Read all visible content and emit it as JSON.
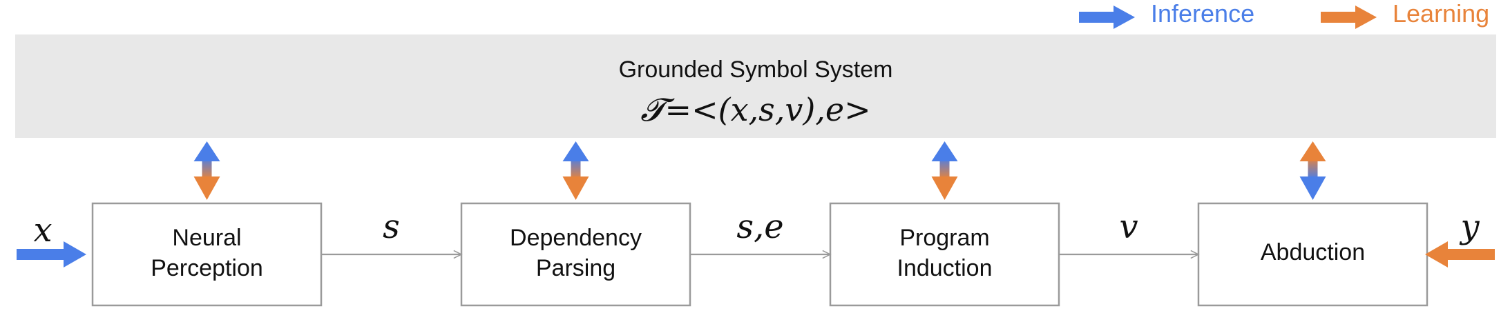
{
  "legend": {
    "inference": {
      "label": "Inference",
      "color": "#4a7ee8"
    },
    "learning": {
      "label": "Learning",
      "color": "#e8833a"
    }
  },
  "banner": {
    "title": "Grounded Symbol System",
    "formula": "𝓣=<(x,s,v),e>",
    "color": "#e8e8e8"
  },
  "boxes": [
    {
      "id": "neural-perception",
      "lines": [
        "Neural",
        "Perception"
      ]
    },
    {
      "id": "dependency-parsing",
      "lines": [
        "Dependency",
        "Parsing"
      ]
    },
    {
      "id": "program-induction",
      "lines": [
        "Program",
        "Induction"
      ]
    },
    {
      "id": "abduction",
      "lines": [
        "Abduction"
      ]
    }
  ],
  "edges": [
    "s",
    "s,e",
    "v"
  ],
  "input": {
    "label": "x",
    "kind": "inference"
  },
  "target": {
    "label": "y",
    "kind": "learning"
  },
  "connectors": [
    {
      "top": "inference",
      "bottom": "learning"
    },
    {
      "top": "inference",
      "bottom": "learning"
    },
    {
      "top": "inference",
      "bottom": "learning"
    },
    {
      "top": "learning",
      "bottom": "inference"
    }
  ]
}
